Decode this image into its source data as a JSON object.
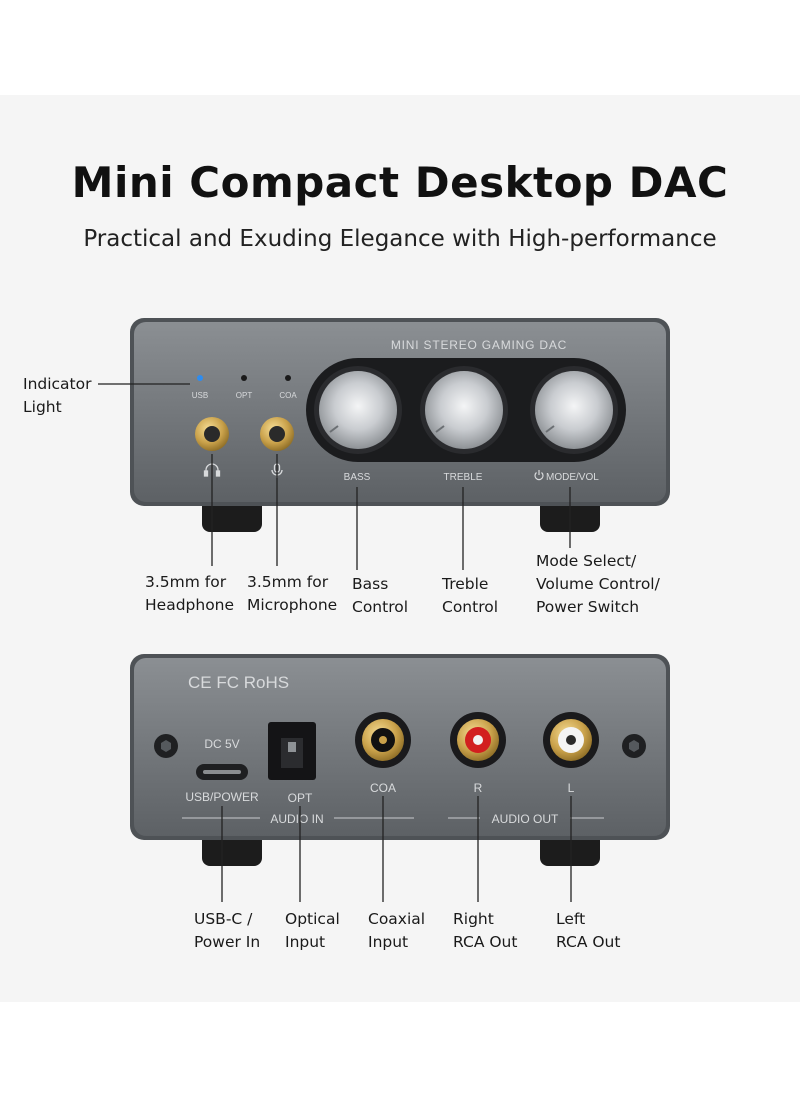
{
  "header": {
    "title": "Mini Compact Desktop DAC",
    "subtitle": "Practical and Exuding Elegance with High-performance"
  },
  "front_panel": {
    "brand_text": "MINI STEREO GAMING DAC",
    "indicators": [
      "USB",
      "OPT",
      "COA"
    ],
    "knobs": [
      "BASS",
      "TREBLE",
      "MODE/VOL"
    ]
  },
  "back_panel": {
    "cert_marks": "CE FC RoHS",
    "port_labels": {
      "dc": "DC 5V",
      "usb": "USB/POWER",
      "opt": "OPT",
      "coa": "COA",
      "r": "R",
      "l": "L"
    },
    "group_labels": {
      "audio_in": "AUDIO IN",
      "audio_out": "AUDIO OUT"
    }
  },
  "callouts": {
    "indicator": [
      "Indicator",
      "Light"
    ],
    "headphone": [
      "3.5mm for",
      "Headphone"
    ],
    "microphone": [
      "3.5mm for",
      "Microphone"
    ],
    "bass": [
      "Bass",
      "Control"
    ],
    "treble": [
      "Treble",
      "Control"
    ],
    "mode": [
      "Mode Select/",
      "Volume Control/",
      "Power Switch"
    ],
    "usbc": [
      "USB-C /",
      "Power In"
    ],
    "optical": [
      "Optical",
      "Input"
    ],
    "coaxial": [
      "Coaxial",
      "Input"
    ],
    "right_rca": [
      "Right",
      "RCA Out"
    ],
    "left_rca": [
      "Left",
      "RCA Out"
    ]
  },
  "colors": {
    "body_gray": "#707478",
    "indicator_blue": "#2d8cf0",
    "gold": "#c9a14a",
    "red": "#d21f1f"
  }
}
